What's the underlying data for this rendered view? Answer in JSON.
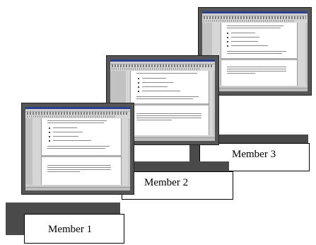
{
  "members": [
    {
      "label": "Member 1"
    },
    {
      "label": "Member 2"
    },
    {
      "label": "Member 3"
    }
  ],
  "colors": {
    "shadow": "#4a4a4a",
    "frame": "#555555",
    "titlebar": "#2a3f8f"
  }
}
